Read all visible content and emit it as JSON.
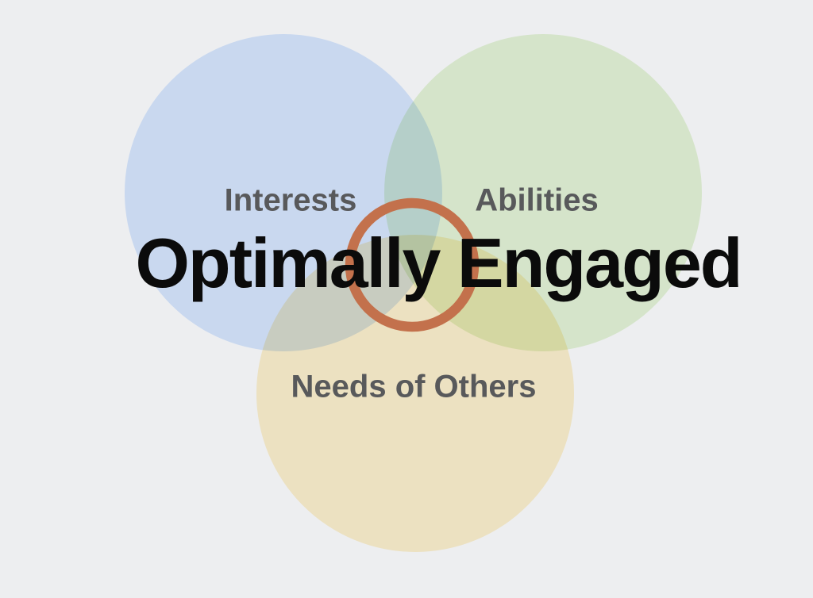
{
  "diagram": {
    "type": "venn",
    "title": "Optimally Engaged",
    "circles": [
      {
        "id": "interests",
        "label": "Interests",
        "color": "#D9E8FE"
      },
      {
        "id": "abilities",
        "label": "Abilities",
        "color": "#E6F5D7"
      },
      {
        "id": "needs",
        "label": "Needs of Others",
        "color": "#FEF1CD"
      }
    ],
    "intersection_highlight": {
      "shape": "ring",
      "color": "#C3714C",
      "stroke_width": 12.5
    },
    "colors": {
      "background": "#EDEEF0",
      "label_text": "#58595B",
      "title_text": "#0B0B0B"
    }
  }
}
